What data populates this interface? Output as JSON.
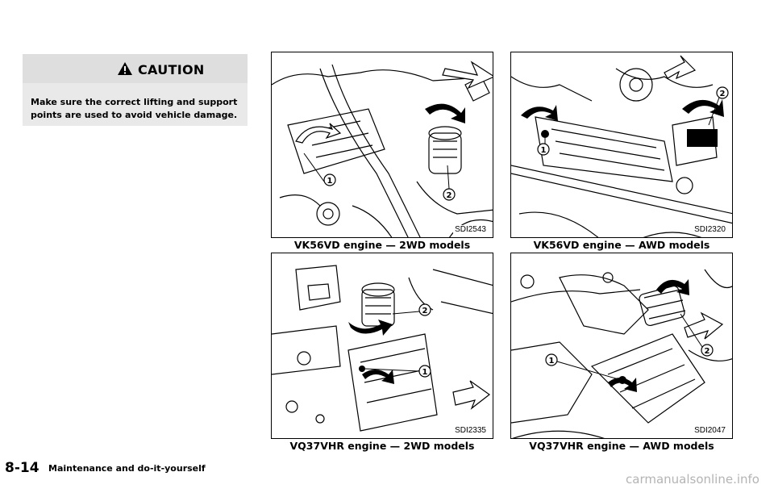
{
  "caution": {
    "title": "CAUTION",
    "icon": "warning-triangle-icon",
    "text": "Make sure the correct lifting and support points are used to avoid vehicle damage."
  },
  "figures": [
    {
      "code": "SDI2543",
      "caption": "VK56VD engine — 2WD models",
      "callouts": [
        "1",
        "2"
      ]
    },
    {
      "code": "SDI2320",
      "caption": "VK56VD engine — AWD models",
      "callouts": [
        "1",
        "2"
      ]
    },
    {
      "code": "SDI2335",
      "caption": "VQ37VHR engine — 2WD models",
      "callouts": [
        "1",
        "2"
      ]
    },
    {
      "code": "SDI2047",
      "caption": "VQ37VHR engine — AWD models",
      "callouts": [
        "1",
        "2"
      ]
    }
  ],
  "footer": {
    "page_number": "8-14",
    "section": "Maintenance and do-it-yourself",
    "watermark": "carmanualsonline.info"
  }
}
